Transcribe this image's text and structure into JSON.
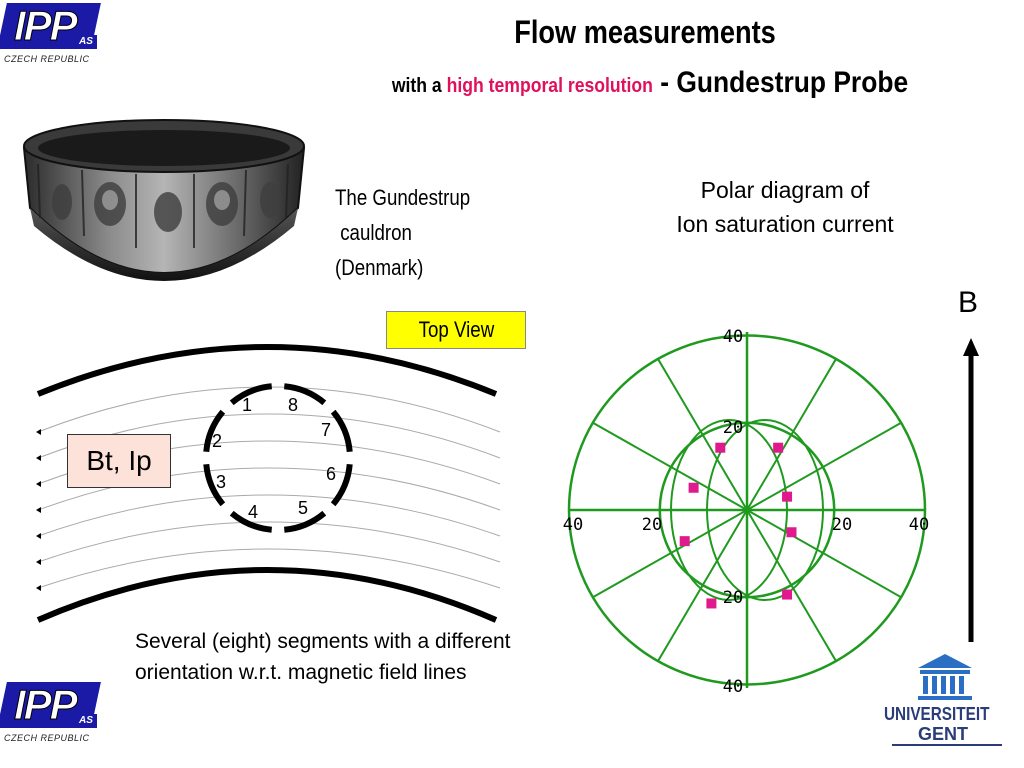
{
  "logo": {
    "text": "IPP",
    "badge": "AS",
    "subtitle": "CZECH REPUBLIC"
  },
  "title": {
    "line1": "Flow measurements",
    "line2_prefix": "with a ",
    "line2_highlight": "high temporal resolution",
    "line2_suffix": " - Gundestrup Probe",
    "highlight_color": "#e0105a"
  },
  "cauldron_caption": "The Gundestrup\n cauldron\n(Denmark)",
  "polar_title": {
    "line1": "Polar diagram of",
    "line2": "Ion saturation current"
  },
  "top_view_label": "Top View",
  "field_label": "Bt, Ip",
  "segment_numbers": [
    "1",
    "2",
    "3",
    "4",
    "5",
    "6",
    "7",
    "8"
  ],
  "segments_text": "Several (eight) segments with a different orientation w.r.t. magnetic field lines",
  "b_label": "B",
  "chart_data": {
    "type": "scatter",
    "coordinate_system": "polar",
    "tick_labels": {
      "top": [
        "40",
        "20"
      ],
      "bottom": [
        "20",
        "40"
      ],
      "left": [
        "40",
        "20"
      ],
      "right": [
        "20",
        "40"
      ]
    },
    "range": [
      -40,
      40
    ],
    "grid_rings": [
      20,
      40
    ],
    "spokes_deg": 30,
    "points": [
      {
        "x": -6,
        "y": 14
      },
      {
        "x": 7,
        "y": 14
      },
      {
        "x": -12,
        "y": 5
      },
      {
        "x": 9,
        "y": 3
      },
      {
        "x": 10,
        "y": -5
      },
      {
        "x": -14,
        "y": -7
      },
      {
        "x": -8,
        "y": -21
      },
      {
        "x": 9,
        "y": -19
      }
    ],
    "grid_color": "#1f9a1f",
    "point_color": "#e0198c"
  },
  "university": {
    "line1": "UNIVERSITEIT",
    "line2": "GENT",
    "color": "#2a3d7a"
  }
}
